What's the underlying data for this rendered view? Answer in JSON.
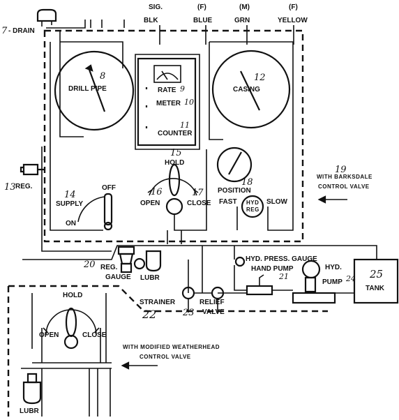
{
  "wires": {
    "sig": {
      "top": "SIG.",
      "bottom": "BLK"
    },
    "f_blue": {
      "top": "(F)",
      "bottom": "BLUE"
    },
    "m_grn": {
      "top": "(M)",
      "bottom": "GRN"
    },
    "f_yellow": {
      "top": "(F)",
      "bottom": "YELLOW"
    }
  },
  "drain": {
    "number": "7",
    "label": "- DRAIN"
  },
  "drill_pipe": {
    "label": "DRILL PIPE",
    "number": "8"
  },
  "casing": {
    "label": "CASING",
    "number": "12"
  },
  "meter_panel": {
    "rate": "RATE",
    "rate_num": "9",
    "meter": "METER",
    "meter_num": "10",
    "counter": "COUNTER",
    "counter_num": "11"
  },
  "position": {
    "label": "POSITION",
    "number": "18"
  },
  "hold_valve": {
    "hold": "HOLD",
    "hold_num": "15",
    "open": "OPEN",
    "open_num": "16",
    "close": "CLOSE",
    "close_num": "17"
  },
  "supply": {
    "number": "14",
    "label": "SUPPLY",
    "off": "OFF",
    "on": "ON"
  },
  "reg": {
    "number": "13",
    "label": "REG."
  },
  "hyd_reg": {
    "fast": "FAST",
    "label_top": "HYD",
    "label_bottom": "REG",
    "slow": "SLOW"
  },
  "barksdale": {
    "number": "19",
    "line1": "WITH BARKSDALE",
    "line2": "CONTROL VALVE"
  },
  "reg_gauge": {
    "number": "20",
    "reg": "REG.",
    "gauge": "GAUGE"
  },
  "lubr": {
    "label": "LUBR"
  },
  "hyd_press_gauge": {
    "label": "HYD. PRESS. GAUGE"
  },
  "hand_pump": {
    "label": "HAND PUMP",
    "number": "21"
  },
  "hyd_pump": {
    "line1": "HYD.",
    "line2": "PUMP",
    "number": "24"
  },
  "tank": {
    "number": "25",
    "label": "TANK"
  },
  "strainer": {
    "label": "STRAINER",
    "number": "22"
  },
  "relief_valve": {
    "line1": "RELIEF",
    "line2": "VALVE",
    "number": "23"
  },
  "weatherhead": {
    "hold": "HOLD",
    "open": "OPEN",
    "close": "CLOSE",
    "line1": "WITH MODIFIED WEATHERHEAD",
    "line2": "CONTROL VALVE"
  },
  "lubr2": {
    "label": "LUBR"
  }
}
